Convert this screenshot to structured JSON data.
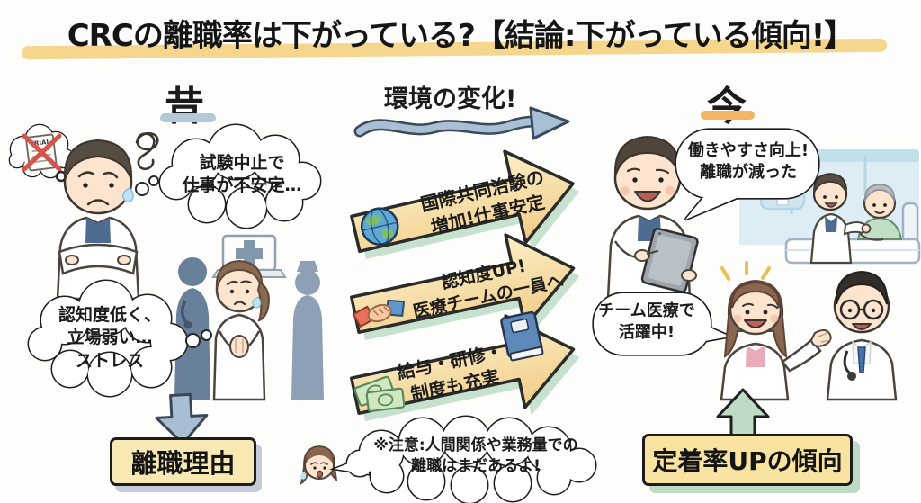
{
  "title": "CRCの離職率は下がっている?【結論:下がっている傾向!】",
  "past": {
    "heading": "昔",
    "trial_label": "TRIAL",
    "thought_unstable": "試験中止で\n仕事が不安定…",
    "thought_stress": "認知度低く、\n立場弱い…\nストレス",
    "reason_box": "離職理由"
  },
  "changes": {
    "heading": "環境の変化!",
    "arrows": [
      {
        "icon": "globe-icon",
        "label": "国際共同治験の\n増加!仕事安定"
      },
      {
        "icon": "handshake-icon",
        "label": "認知度UP!\n医療チームの一員へ"
      },
      {
        "icon": "money-icon",
        "label": "給与・研修・\n制度も充実"
      }
    ]
  },
  "present": {
    "heading": "今",
    "bubble_improved": "働きやすさ向上!\n離職が減った",
    "bubble_team": "チーム医療で\n活躍中!",
    "retention_box": "定着率UPの傾向"
  },
  "note": "※注意:人間関係や業務量での\n離職はまだあるよ!",
  "colors": {
    "highlight_yellow": "#F6D68C",
    "arrow_yellow_light": "#FBEFC8",
    "arrow_yellow_deep": "#F1CB85",
    "arrow_shadow_green": "#C6E2CF",
    "box_yellow": "#F8E8B4",
    "past_bar_blue": "#B3C9D8",
    "now_bar_orange": "#F2B463",
    "steel_blue": "#A9C0D4",
    "up_arrow_green": "#BEDCC4",
    "alert_red": "#D4544C",
    "ink": "#1d1d1d"
  }
}
